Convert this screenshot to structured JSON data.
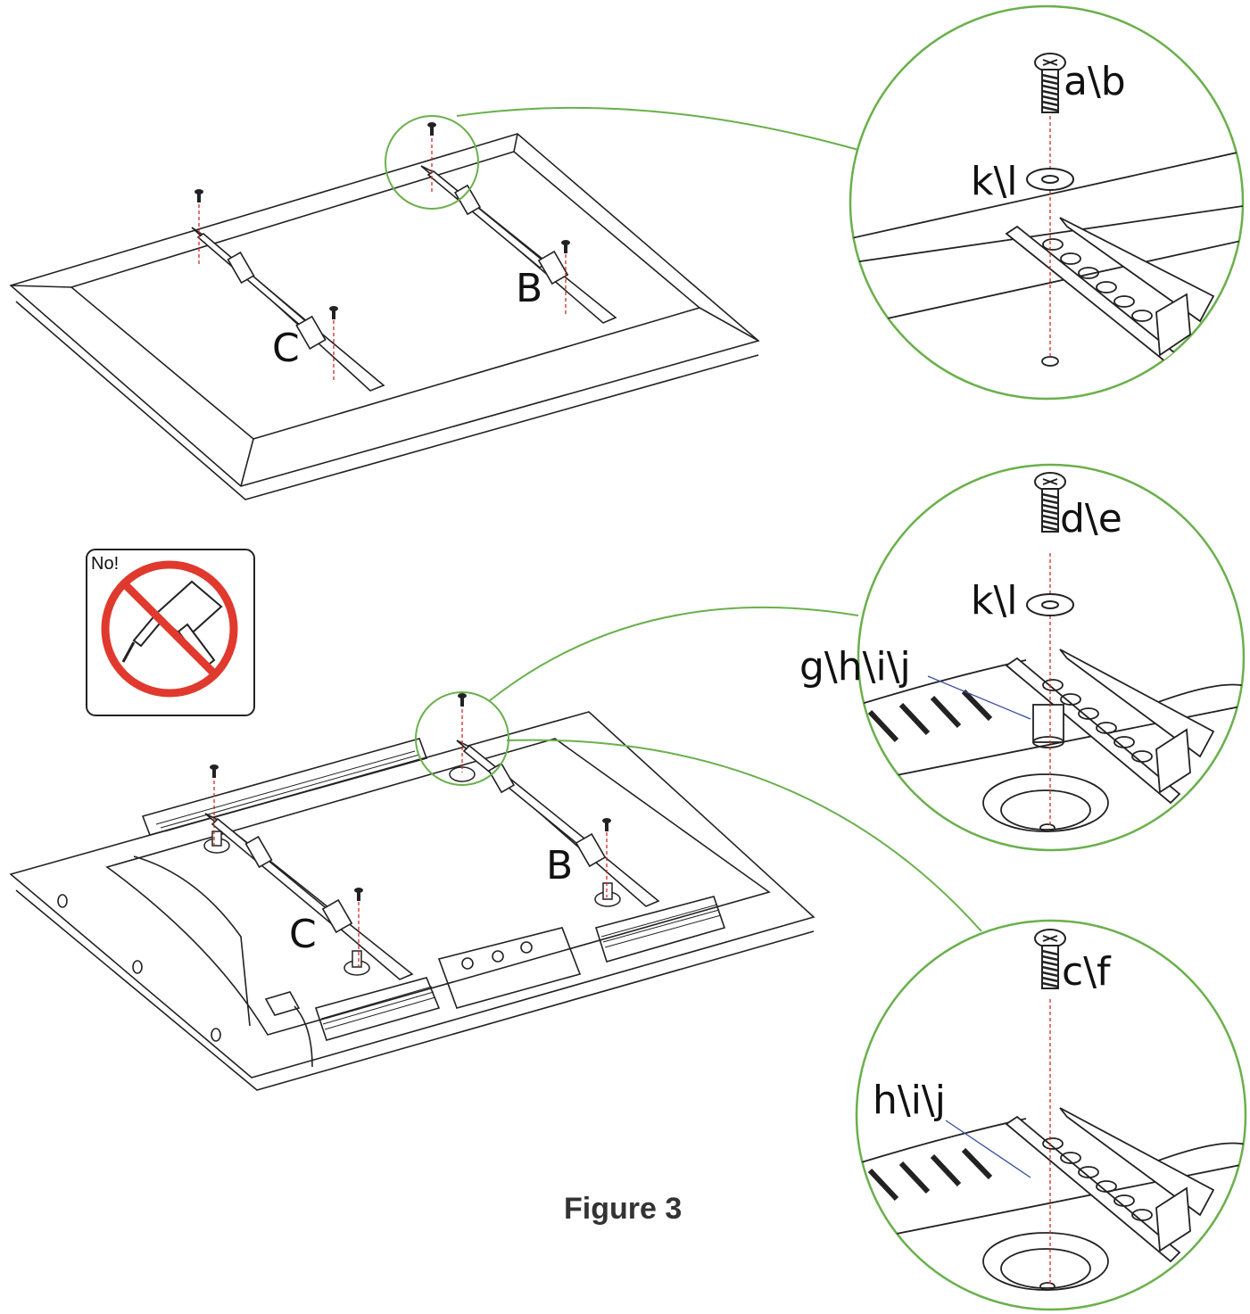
{
  "figure": {
    "caption": "Figure 3",
    "warning_label": "No!",
    "top_panel": {
      "label_b": "B",
      "label_c": "C"
    },
    "bottom_panel": {
      "label_b": "B",
      "label_c": "C"
    },
    "detail_top": {
      "screw": "a\\b",
      "washer": "k\\l"
    },
    "detail_mid": {
      "screw": "d\\e",
      "washer": "k\\l",
      "spacer": "g\\h\\i\\j"
    },
    "detail_bottom": {
      "screw": "c\\f",
      "spacer": "h\\i\\j"
    },
    "colors": {
      "callout": "#6ab04c",
      "guide": "#d62828",
      "leader": "#3a4fa0",
      "prohibit": "#e0392e"
    },
    "icons": [
      "screw-icon",
      "washer-icon",
      "drill-icon",
      "prohibited-icon"
    ]
  }
}
